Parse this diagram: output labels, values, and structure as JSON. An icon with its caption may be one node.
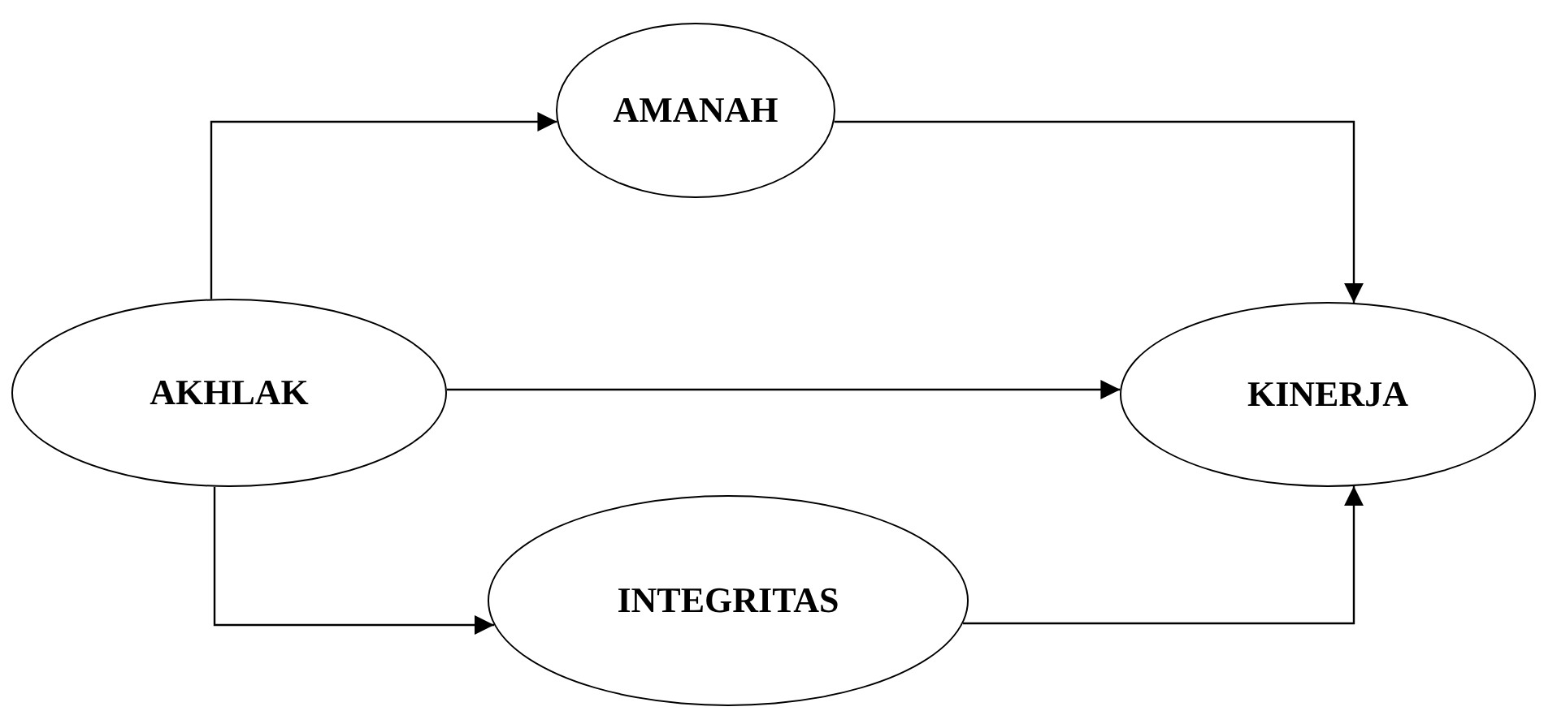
{
  "diagram": {
    "nodes": [
      {
        "text": [
          "AMANAH"
        ]
      },
      {
        "text": [
          "AKHLAK"
        ]
      },
      {
        "text": [
          "KINERJA"
        ]
      },
      {
        "text": [
          "INTEGRITAS"
        ]
      }
    ],
    "edges": [
      {
        "from": 1,
        "to": 0,
        "arrow": "to"
      },
      {
        "from": 0,
        "to": 2,
        "arrow": "to"
      },
      {
        "from": 1,
        "to": 2,
        "arrow": "to"
      },
      {
        "from": 1,
        "to": 3,
        "arrow": "to"
      },
      {
        "from": 3,
        "to": 2,
        "arrow": "to"
      }
    ]
  }
}
